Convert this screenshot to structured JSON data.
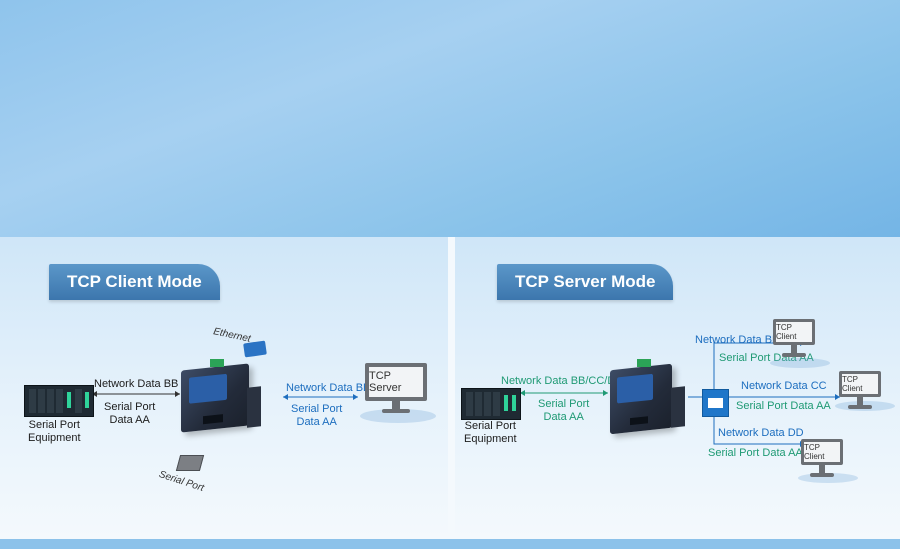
{
  "client": {
    "title": "TCP Client Mode",
    "ethernet_label": "Ethernet",
    "serial_port_label": "Serial Port",
    "equipment_label": "Serial Port\nEquipment",
    "net_left": "Network Data BB",
    "serial_left": "Serial Port\nData AA",
    "net_right": "Network Data BB",
    "serial_right": "Serial Port\nData AA",
    "server_label": "TCP Server"
  },
  "server": {
    "title": "TCP Server Mode",
    "equipment_label": "Serial Port\nEquipment",
    "net_left": "Network Data BB/CC/DD",
    "serial_left": "Serial Port\nData AA",
    "net_top": "Network Data BB",
    "serial_top": "Serial Port Data AA",
    "net_mid": "Network Data CC",
    "serial_mid": "Serial Port Data AA",
    "net_bot": "Network Data DD",
    "serial_bot": "Serial Port Data AA",
    "client_label_1": "TCP Client",
    "client_label_2": "TCP Client",
    "client_label_3": "TCP Client"
  },
  "colors": {
    "network_blue": "#1d6ebf",
    "serial_green": "#1f9a74",
    "tab_blue": "#3c76ad"
  }
}
